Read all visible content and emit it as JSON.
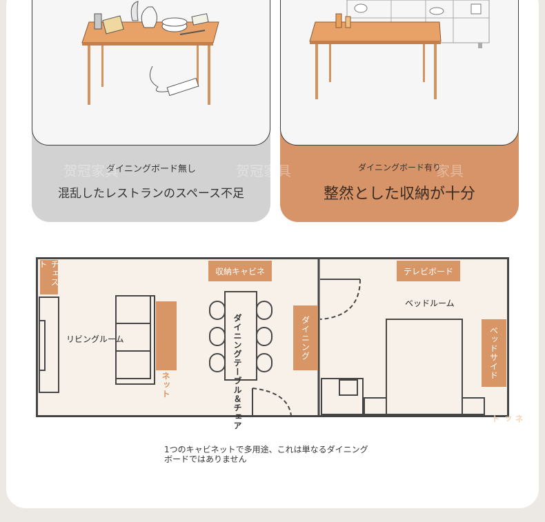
{
  "watermark": {
    "left": "贺冠家具",
    "center": "贺冠家具",
    "right": "家具"
  },
  "comparison": {
    "left": {
      "small": "ダイニングボード無し",
      "big": "混乱したレストランのスペース不足"
    },
    "right": {
      "small": "ダイニングボード有り",
      "big": "整然とした収納が十分"
    }
  },
  "floorplan": {
    "chest": "チェスト",
    "living": "リビングルーム",
    "net_left": "ネット",
    "storage": "収納キャビネ",
    "dining_table": "ダイニングテーブル＆チェア",
    "dining_board": "ダイニング",
    "tv_board": "テレビボード",
    "bedroom": "ベッドルーム",
    "bedside": "ベッドサイド",
    "net_right": "ネット"
  },
  "caption": "1つのキャビネットで多用途、これは単なるダイニングボードではありません",
  "colors": {
    "accent": "#d89566",
    "right_panel": "#d79469",
    "left_panel": "#d2d2d2"
  }
}
